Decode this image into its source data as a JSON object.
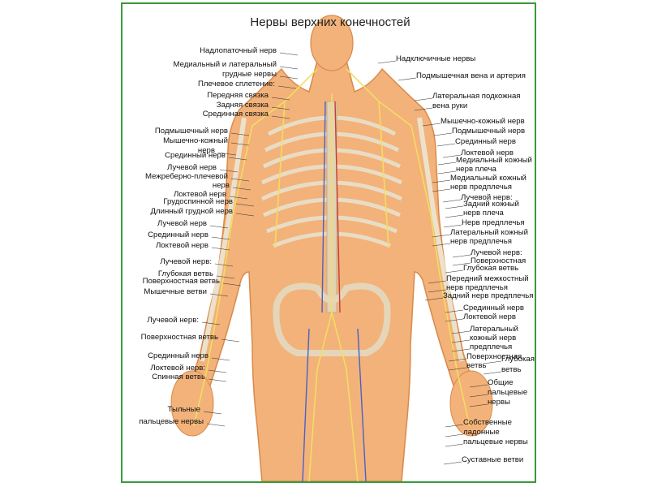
{
  "title": "Нервы верхних конечностей",
  "colors": {
    "frame": "#3a9a3a",
    "skin": "#f2b27a",
    "nerve": "#f3dd62",
    "bone": "#ece2cc"
  },
  "labels_left": [
    {
      "text": "Надлопаточный нерв"
    },
    {
      "text": "Медиальный и латеральный"
    },
    {
      "text": "грудные нервы"
    },
    {
      "text": "Плечевое сплетение:"
    },
    {
      "text": "Передняя связка"
    },
    {
      "text": "Задняя связка"
    },
    {
      "text": "Срединная связка"
    },
    {
      "text": "Подмышечный нерв"
    },
    {
      "text": "Мышечно-кожный"
    },
    {
      "text": "нерв"
    },
    {
      "text": "Срединный нерв"
    },
    {
      "text": "Лучевой нерв"
    },
    {
      "text": "Межреберно-плечевой"
    },
    {
      "text": "нерв"
    },
    {
      "text": "Локтевой нерв"
    },
    {
      "text": "Грудоспинной нерв"
    },
    {
      "text": "Длинный грудной нерв"
    },
    {
      "text": "Лучевой нерв"
    },
    {
      "text": "Срединный нерв"
    },
    {
      "text": "Локтевой нерв"
    },
    {
      "text": "Лучевой нерв:"
    },
    {
      "text": "Глубокая ветвь"
    },
    {
      "text": "Поверхностная ветвь"
    },
    {
      "text": "Мышечные ветви"
    },
    {
      "text": "Лучевой нерв:"
    },
    {
      "text": "Поверхностная ветвь"
    },
    {
      "text": "Срединный нерв"
    },
    {
      "text": "Локтевой нерв:"
    },
    {
      "text": "Спинная ветвь"
    },
    {
      "text": "Тыльные"
    },
    {
      "text": "пальцевые нервы"
    }
  ],
  "labels_right": [
    {
      "text": "Надключичные нервы"
    },
    {
      "text": "Подмышечная вена и артерия"
    },
    {
      "text": "Латеральная подкожная"
    },
    {
      "text": "вена руки"
    },
    {
      "text": "Мышечно-кожный нерв"
    },
    {
      "text": "Подмышечный нерв"
    },
    {
      "text": "Срединный нерв"
    },
    {
      "text": "Локтевой нерв"
    },
    {
      "text": "Медиальный кожный"
    },
    {
      "text": "нерв плеча"
    },
    {
      "text": "Медиальный кожный"
    },
    {
      "text": "нерв предплечья"
    },
    {
      "text": "Лучевой нерв:"
    },
    {
      "text": "Задний кожный"
    },
    {
      "text": "нерв плеча"
    },
    {
      "text": "Нерв предплечья"
    },
    {
      "text": "Латеральный кожный"
    },
    {
      "text": "нерв предплечья"
    },
    {
      "text": "Лучевой нерв:"
    },
    {
      "text": "Поверхностная"
    },
    {
      "text": "Глубокая ветвь"
    },
    {
      "text": "Передний межкостный"
    },
    {
      "text": "нерв предплечья"
    },
    {
      "text": "Задний нерв предплечья"
    },
    {
      "text": "Срединный нерв"
    },
    {
      "text": "Локтевой нерв"
    },
    {
      "text": "Латеральный"
    },
    {
      "text": "кожный нерв"
    },
    {
      "text": "предплечья"
    },
    {
      "text": "Поверхностная"
    },
    {
      "text": "ветвь"
    },
    {
      "text": "Глубокая"
    },
    {
      "text": "ветвь"
    },
    {
      "text": "Общие"
    },
    {
      "text": "пальцевые"
    },
    {
      "text": "нервы"
    },
    {
      "text": "Собственные"
    },
    {
      "text": "ладонные"
    },
    {
      "text": "пальцевые нервы"
    },
    {
      "text": "Суставные ветви"
    }
  ]
}
